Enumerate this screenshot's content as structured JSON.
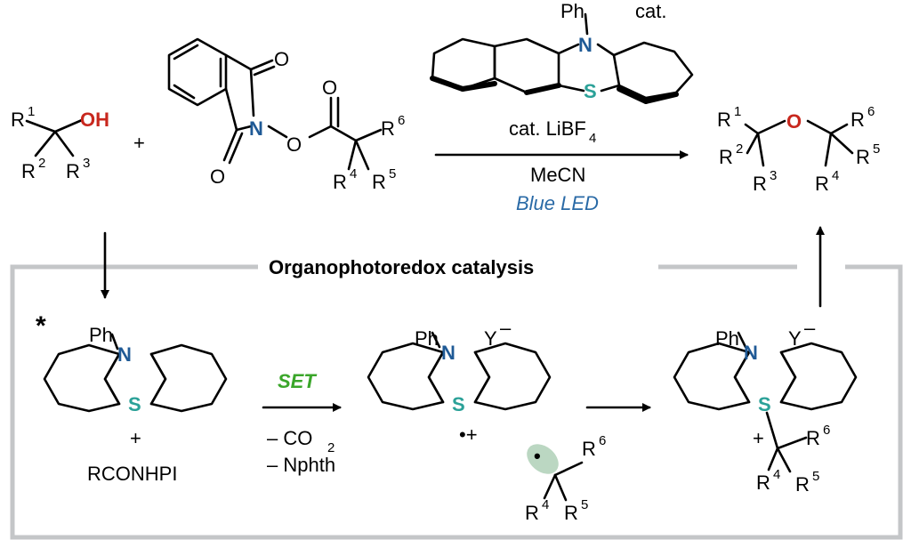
{
  "colors": {
    "oxygen": "#c8281e",
    "nitrogen": "#1f5a96",
    "sulfur": "#2ba198",
    "set": "#3aa62a",
    "blue_led": "#2a6aa6",
    "frame": "#c4c6c8",
    "radical": "#9ec6a8"
  },
  "reactants": {
    "alcohol": {
      "r1": "R",
      "r1_sup": "1",
      "r2": "R",
      "r2_sup": "2",
      "r3": "R",
      "r3_sup": "3",
      "oh": "OH"
    },
    "plus": "+",
    "ester": {
      "o_top": "O",
      "n": "N",
      "o_bottom": "O",
      "o_link": "O",
      "o_carbonyl": "O",
      "r4": "R",
      "r4_sup": "4",
      "r5": "R",
      "r5_sup": "5",
      "r6": "R",
      "r6_sup": "6"
    }
  },
  "conditions": {
    "catalyst": {
      "ph": "Ph",
      "n": "N",
      "s": "S",
      "cat": "cat."
    },
    "additive": "cat. LiBF",
    "additive_sub": "4",
    "solvent": "MeCN",
    "light": "Blue LED"
  },
  "product": {
    "o": "O",
    "r1": "R",
    "r1_sup": "1",
    "r2": "R",
    "r2_sup": "2",
    "r3": "R",
    "r3_sup": "3",
    "r4": "R",
    "r4_sup": "4",
    "r5": "R",
    "r5_sup": "5",
    "r6": "R",
    "r6_sup": "6"
  },
  "cycle": {
    "title": "Organophotoredox catalysis",
    "excited": {
      "star": "*",
      "ph": "Ph",
      "n": "N",
      "s": "S",
      "plus": "+",
      "substrate": "RCONHPI"
    },
    "set_label": "SET",
    "byproducts": [
      "– CO",
      "– Nphth"
    ],
    "byproduct_sub": "2",
    "radical_cation": {
      "ph": "Ph",
      "n": "N",
      "s": "S",
      "anion": "Y",
      "anion_charge": "–",
      "charge": "•+"
    },
    "radical": {
      "dot": "•",
      "r4": "R",
      "r4_sup": "4",
      "r5": "R",
      "r5_sup": "5",
      "r6": "R",
      "r6_sup": "6"
    },
    "sulfonium": {
      "ph": "Ph",
      "n": "N",
      "s": "S",
      "anion": "Y",
      "anion_charge": "–",
      "charge": "+",
      "r4": "R",
      "r4_sup": "4",
      "r5": "R",
      "r5_sup": "5",
      "r6": "R",
      "r6_sup": "6"
    }
  }
}
